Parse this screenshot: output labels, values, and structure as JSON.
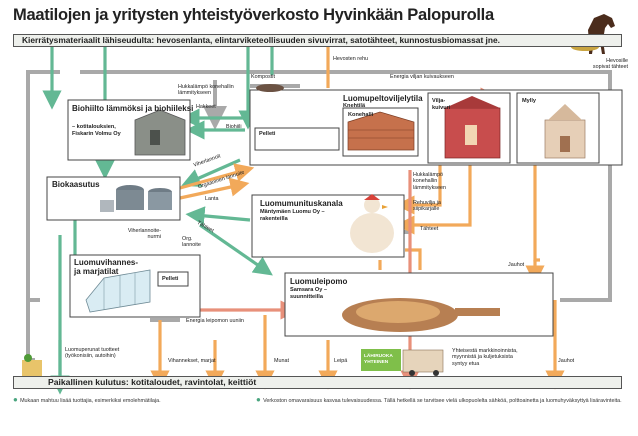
{
  "title": "Maatilojen ja yritysten yhteistyöverkosto Hyvinkään Palopurolla",
  "top_bar": "Kierrätysmateriaalit lähiseudulta: hevosenlanta, elintarviketeollisuuden sivuvirrat, satotähteet, kunnostusbiomassat jne.",
  "bottom_bar": "Paikallinen kulutus: kotitaloudet, ravintolat, keittiöt",
  "colors": {
    "green": "#63b894",
    "orange": "#f2a95a",
    "grey": "#a9a9a9",
    "red": "#e8907a",
    "yellow": "#f0d66c",
    "box_border": "#444444"
  },
  "boxes": {
    "biohiilto": {
      "title": "Biohiilto lämmöksi ja biohiileksi",
      "sub": "– kotitalouksien, Fiskarin Volmu Oy"
    },
    "biokaasu": {
      "title": "Biokaasutus"
    },
    "luomupelto": {
      "title": "Luomupeltoviljelytila",
      "sub": "Knehtilä"
    },
    "konehalli": {
      "title": "Konehalli"
    },
    "viljakuivuri": {
      "title": "Vilja-kuivuri"
    },
    "mylly": {
      "title": "Mylly"
    },
    "luomumuna": {
      "title": "Luomumunituskanala",
      "sub": "Mäntymäen Luomu Oy – rakenteilla"
    },
    "luomuvihannes": {
      "title": "Luomuvihannes- ja marjatilat"
    },
    "luomuleipomo": {
      "title": "Luomuleipomo",
      "sub": "Samsara Oy – suunnitteilla"
    },
    "pelletti_top": {
      "title": "Pelleti"
    },
    "pelletti_low": {
      "title": "Pelleti"
    },
    "yhteismyynti": {
      "title": "LÄHIRUOKA YHTEINEN"
    }
  },
  "labels": {
    "kompostit": "Kompostit",
    "hevosten_ruoka": "Hevosten rehu",
    "energia_viljan": "Energia viljan kuivaukseen",
    "hevosille": "Hevosille sopivat tähteet",
    "hukkalampo1": "Hukkalämpö konehallin lämmitykseen",
    "hakkeet": "Hakkeet",
    "biohiili": "Biohiili",
    "viherlannoite": "Viherlannoit",
    "orgaaninen": "Orgaaninen lannoite",
    "lanta": "Lanta",
    "tahteet_diag": "Tähteet",
    "hukkalampo2": "Hukkalämpö konehallin lämmitykseen",
    "rehuvilja": "Rehuvilja ja siipikarjalle",
    "tahteet_right": "Tähteet",
    "jauhot_right": "Jauhot",
    "viherlannoite_bottom": "Viherlannoite-nurmi",
    "org_lannoite": "Org. lannoite",
    "energia_leipomo": "Energia leipomon uuniin",
    "luomupelto_tuotteet": "Luomuperunat tuotteet (työkonisiin, autoihin)",
    "vihannekset": "Vihannekset, marjat",
    "munat": "Munat",
    "leipa": "Leipä",
    "jauhot_bottom": "Jauhot",
    "yhteismyynti_text": "Yhteisestä markkinoinnista, myynnistä ja kuljetuksista syntyy etua"
  },
  "footnotes": [
    "Mukaan mahtuu lisää tuottajia, esimerkiksi emolehmätilaja.",
    "Verkoston omavaraisuus kasvaa tulevaisuudessa. Tällä hetkellä se tarvitsee vielä ulkopuolelta sähköä, polttoainetta ja luomuhyväksyttyä lisäravinteita."
  ]
}
